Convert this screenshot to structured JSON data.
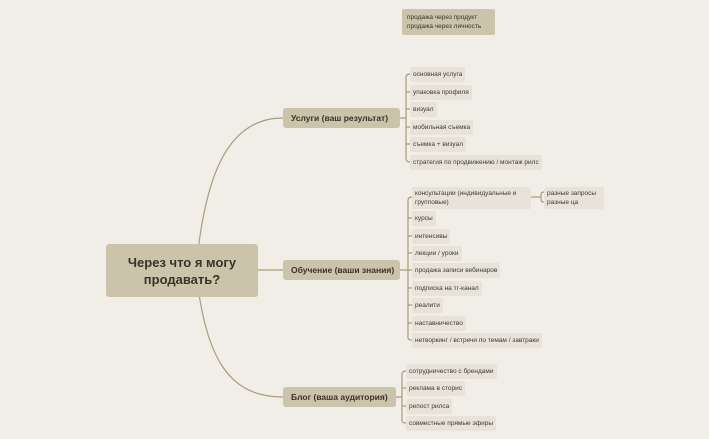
{
  "note": [
    "продажа через продукт",
    "продажа через личность"
  ],
  "root": "Через что я могу продавать?",
  "branches": [
    {
      "label": "Услуги (ваш результат)",
      "items": [
        "основная услуга",
        "упаковка профиля",
        "визуал",
        "мобильная съемка",
        "съемка + визуал",
        "стратегия по продвижению / монтаж рилс"
      ]
    },
    {
      "label": "Обучение (ваши знания)",
      "items": [
        "консультации (индивидуальные и групповые)",
        "курсы",
        "интенсивы",
        "лекции / уроки",
        "продажа записи вебинаров",
        "подписка на тг-канал",
        "реалити",
        "наставничество",
        "нетворкинг / встречи по темам / завтраки"
      ],
      "sub": [
        "разные запросы",
        "разные ца"
      ]
    },
    {
      "label": "Блог (ваша аудитория)",
      "items": [
        "сотрудничество с брендами",
        "реклама в сторис",
        "репост рилса",
        "совместные прямые эфиры"
      ]
    }
  ],
  "colors": {
    "background": "#f1eee8",
    "node": "#ccc3ab",
    "leaf": "#e8e3d8",
    "line": "#a89a7a"
  }
}
